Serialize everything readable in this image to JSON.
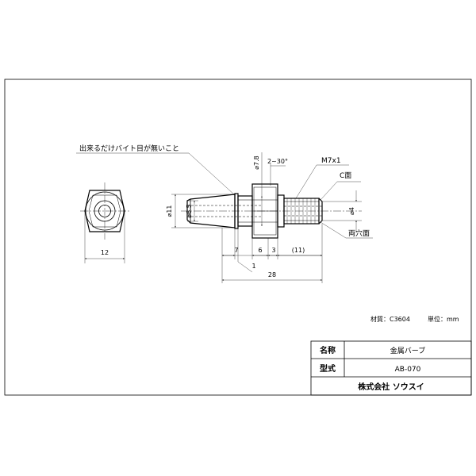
{
  "notes": {
    "no_burr": "出来るだけバイト目が無いこと",
    "thread": "M7x1",
    "c_face": "C面",
    "both_center_holes": "両穴面",
    "taper_angle": "2~30°"
  },
  "dimensions": {
    "hex_width": "12",
    "dia_11": "⌀11",
    "dia_6_5": "⌀6.5",
    "dia_7_8": "⌀7.8",
    "dia_4": "⌀4",
    "len_7": "7",
    "len_6": "6",
    "len_3": "3",
    "len_11": "(11)",
    "len_1": "1",
    "len_28": "28"
  },
  "info": {
    "material": "材質：C3604",
    "unit": "単位：mm"
  },
  "title_block": {
    "name_label": "名称",
    "name_value": "金属バーブ",
    "model_label": "型式",
    "model_value": "AB-070",
    "company": "株式会社 ソウスイ"
  }
}
